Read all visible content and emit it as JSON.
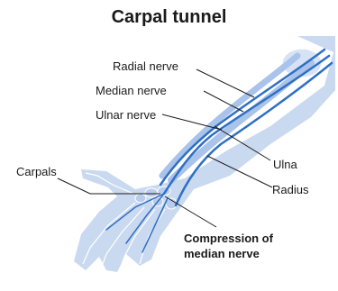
{
  "title": "Carpal tunnel",
  "labels": {
    "radial_nerve": "Radial nerve",
    "median_nerve": "Median nerve",
    "ulnar_nerve": "Ulnar nerve",
    "carpals": "Carpals",
    "ulna": "Ulna",
    "radius": "Radius",
    "compression_line1": "Compression of",
    "compression_line2": "median nerve"
  },
  "colors": {
    "skin": "#c9d9f0",
    "bone": "#a9c3ea",
    "nerve": "#2f6fc4",
    "outline": "#ffffff",
    "leader": "#1a1a1a"
  }
}
